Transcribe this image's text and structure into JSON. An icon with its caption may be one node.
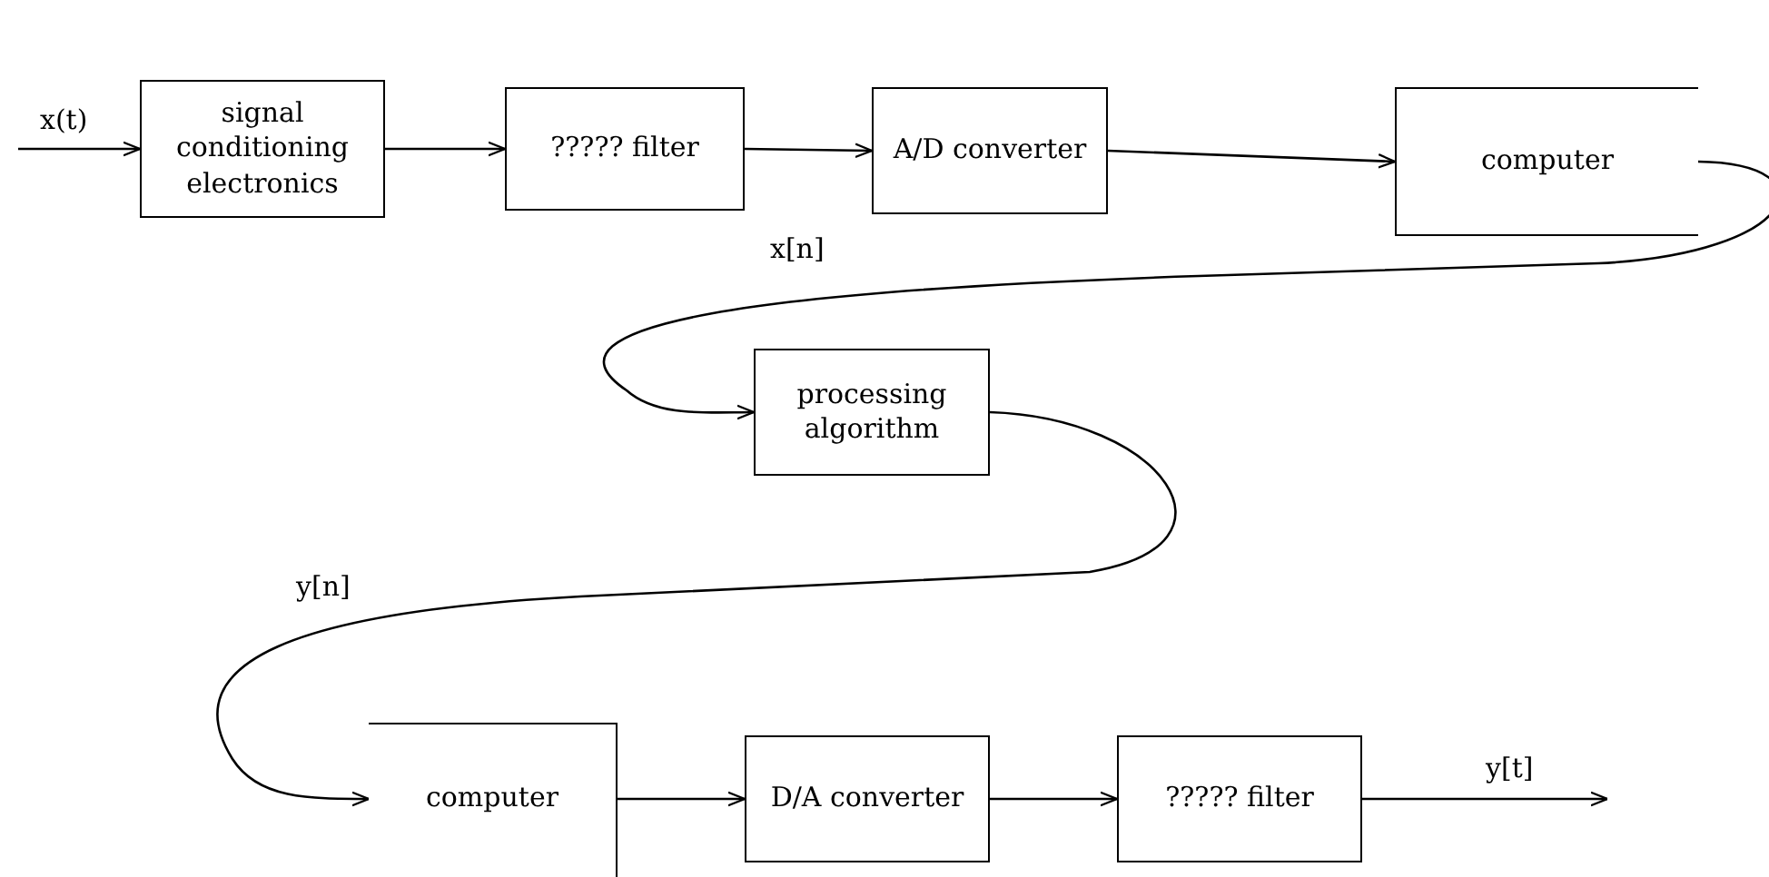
{
  "diagram": {
    "nodes": [
      {
        "text": [
          "signal conditioning electronics"
        ]
      },
      {
        "text": [
          "????? filter"
        ]
      },
      {
        "text": [
          "A/D converter"
        ]
      },
      {
        "text": [
          "computer"
        ]
      },
      {
        "text": [
          "processing algorithm"
        ]
      },
      {
        "text": [
          "computer"
        ]
      },
      {
        "text": [
          "D/A converter"
        ]
      },
      {
        "text": [
          "????? filter"
        ]
      }
    ],
    "edges": [
      {
        "from": null,
        "to": 0,
        "arrow": "to",
        "label": "x(t)"
      },
      {
        "from": 0,
        "to": 1,
        "arrow": "to"
      },
      {
        "from": 1,
        "to": 2,
        "arrow": "to"
      },
      {
        "from": 2,
        "to": 3,
        "arrow": "to"
      },
      {
        "from": 3,
        "to": 4,
        "arrow": "to",
        "label": "x[n]"
      },
      {
        "from": 4,
        "to": 5,
        "arrow": "to",
        "label": "y[n]"
      },
      {
        "from": 5,
        "to": 6,
        "arrow": "to"
      },
      {
        "from": 6,
        "to": 7,
        "arrow": "to"
      },
      {
        "from": 7,
        "to": null,
        "arrow": "to",
        "label": "y[t]"
      }
    ]
  }
}
